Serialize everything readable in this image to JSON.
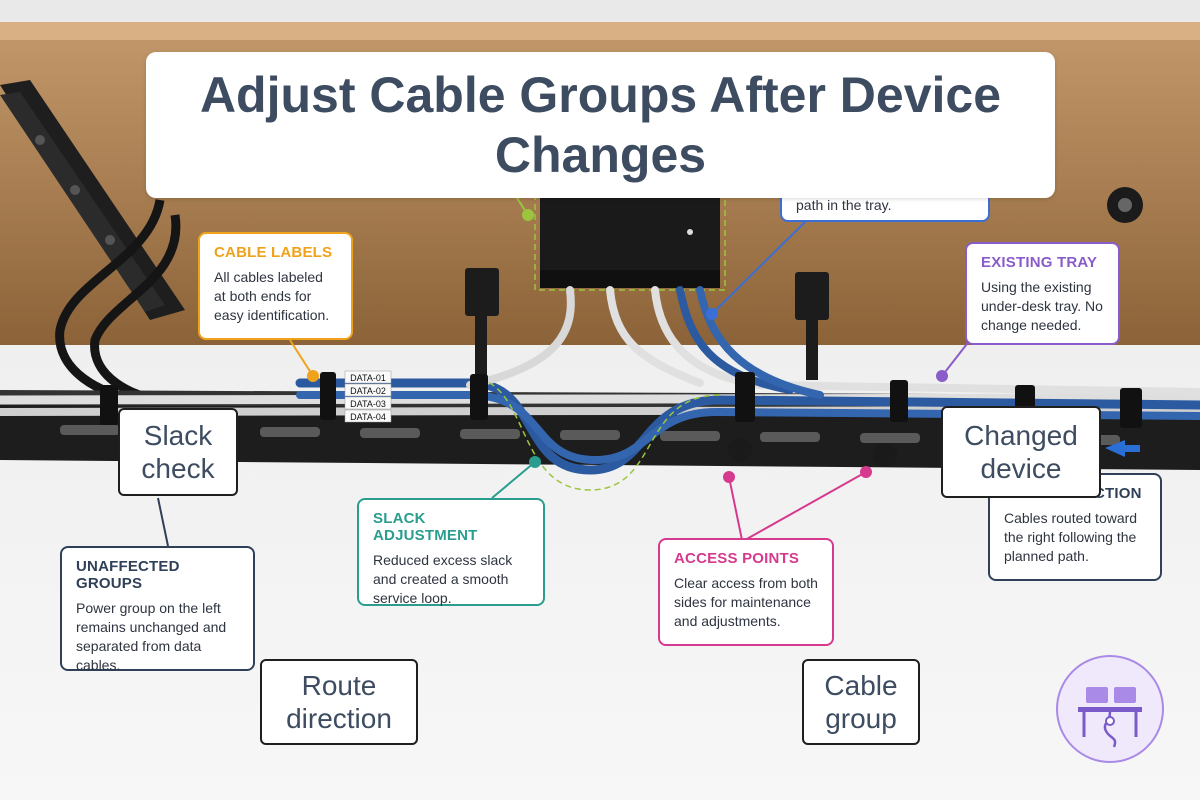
{
  "title": "Adjust Cable Groups After Device Changes",
  "callouts": {
    "cable_labels": {
      "title": "CABLE LABELS",
      "body": "All cables labeled at both ends for easy identification.",
      "color": "#f0a21b"
    },
    "existing_tray": {
      "title": "EXISTING TRAY",
      "body": "Using the existing under-desk tray. No change needed.",
      "color": "#8a5cc9"
    },
    "top_partial": {
      "body": "path in the tray.",
      "color": "#3b6fd6"
    },
    "unaffected_groups": {
      "title": "UNAFFECTED GROUPS",
      "body": "Power group on the left remains unchanged and separated from data cables.",
      "color": "#2f4058"
    },
    "slack_adjustment": {
      "title": "SLACK ADJUSTMENT",
      "body": "Reduced excess slack and created a smooth service loop.",
      "color": "#2a9d8f"
    },
    "access_points": {
      "title": "ACCESS POINTS",
      "body": "Clear access from both sides for maintenance and adjustments.",
      "color": "#d63a8e"
    },
    "route_direction_partial": {
      "title": "CTION",
      "body": "Cables routed toward the right following the planned path.",
      "color": "#2f4058"
    }
  },
  "tags": {
    "slack_check": "Slack check",
    "changed_device": "Changed device",
    "route_direction": "Route direction",
    "cable_group": "Cable group"
  },
  "cable_labels_on_cables": [
    "DATA-01",
    "DATA-02",
    "DATA-03",
    "DATA-04"
  ],
  "colors": {
    "wood": "#a97c52",
    "tray": "#222222",
    "cable_white": "#e2e2e2",
    "cable_blue": "#2c5aa0",
    "leader_blue": "#3b6fd6",
    "leader_teal": "#2a9d8f",
    "leader_pink": "#d63a8e",
    "leader_purple": "#8a5cc9",
    "leader_orange": "#f0a21b",
    "leader_green": "#9bc53d"
  }
}
